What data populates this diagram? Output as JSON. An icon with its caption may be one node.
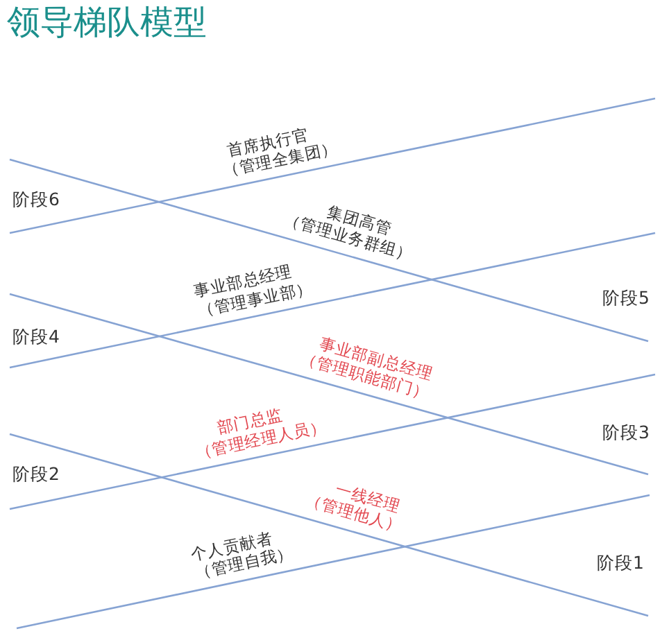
{
  "diagram": {
    "title": "领导梯队模型",
    "labels": [
      "首席执行官",
      "（管理全集团）",
      "阶段6",
      "集团高管",
      "（管理业务群组）",
      "事业部总经理",
      "（管理事业部）",
      "阶段5",
      "阶段4",
      "事业部副总经理",
      "（管理职能部门）",
      "部门总监",
      "（管理经理人员）",
      "阶段3",
      "阶段2",
      "一线经理",
      "（管理他人）",
      "个人贡献者",
      "（管理自我）",
      "阶段1"
    ]
  }
}
